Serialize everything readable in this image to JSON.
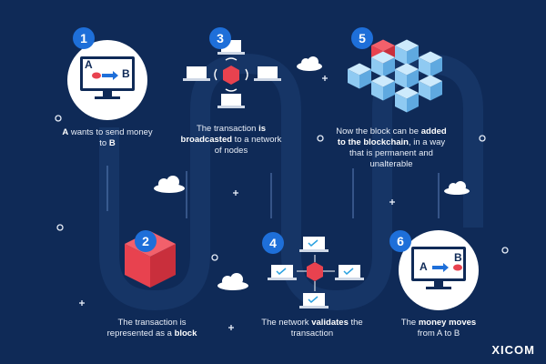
{
  "steps": [
    {
      "num": "1",
      "caption_bold": "A",
      "caption_rest": " wants to send money to ",
      "caption_bold2": "B"
    },
    {
      "num": "2",
      "caption_pre": "The transaction is represented as a ",
      "caption_bold": "block"
    },
    {
      "num": "3",
      "caption_pre": "The transaction ",
      "caption_bold": "is broadcasted",
      "caption_rest": " to a network of nodes"
    },
    {
      "num": "4",
      "caption_pre": "The network ",
      "caption_bold": "validates",
      "caption_rest": " the transaction"
    },
    {
      "num": "5",
      "caption_pre": "Now the block can be ",
      "caption_bold": "added to the blockchain",
      "caption_rest": ", in a way that is permanent and unalterable"
    },
    {
      "num": "6",
      "caption_pre": "The ",
      "caption_bold": "money moves",
      "caption_rest": " from A to B"
    }
  ],
  "monitor_labels": {
    "a": "A",
    "b": "B"
  },
  "brand": "XICOM",
  "colors": {
    "background": "#0f2a57",
    "accent_blue": "#1e6fd9",
    "red": "#e8424f",
    "white": "#ffffff",
    "light_blue": "#9fd3f5"
  }
}
